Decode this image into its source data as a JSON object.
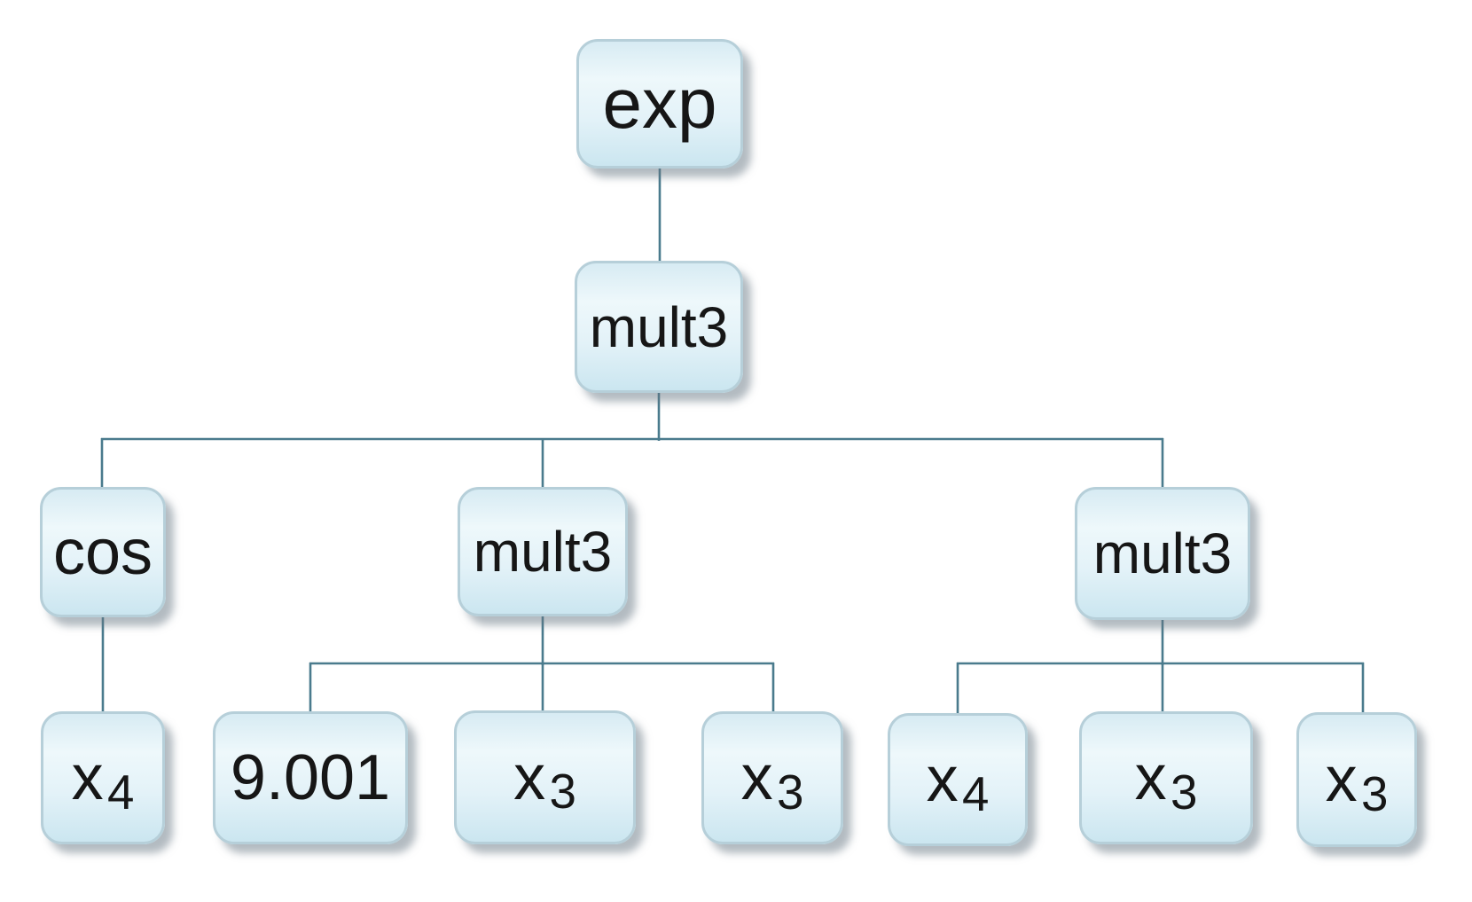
{
  "diagram": {
    "type": "expression-tree",
    "nodes": [
      {
        "id": "n0",
        "label": "exp",
        "sub": "",
        "children": [
          1
        ]
      },
      {
        "id": "n1",
        "label": "mult3",
        "sub": "",
        "children": [
          2,
          3,
          4
        ]
      },
      {
        "id": "n2",
        "label": "cos",
        "sub": "",
        "children": [
          5
        ]
      },
      {
        "id": "n3",
        "label": "mult3",
        "sub": "",
        "children": [
          6,
          7,
          8
        ]
      },
      {
        "id": "n4",
        "label": "mult3",
        "sub": "",
        "children": [
          9,
          10,
          11
        ]
      },
      {
        "id": "n5",
        "label": "x",
        "sub": "4",
        "children": []
      },
      {
        "id": "n6",
        "label": "9.001",
        "sub": "",
        "children": []
      },
      {
        "id": "n7",
        "label": "x",
        "sub": "3",
        "children": []
      },
      {
        "id": "n8",
        "label": "x",
        "sub": "3",
        "children": []
      },
      {
        "id": "n9",
        "label": "x",
        "sub": "4",
        "children": []
      },
      {
        "id": "n10",
        "label": "x",
        "sub": "3",
        "children": []
      },
      {
        "id": "n11",
        "label": "x",
        "sub": "3",
        "children": []
      }
    ]
  },
  "theme": {
    "canvas_bg": "#ffffff",
    "node_fill_top": "#d7ebf3",
    "node_fill_light": "#eef8fb",
    "node_fill_bottom": "#cbe6f0",
    "node_border": "#b6cfd9",
    "node_text": "#161616",
    "connector": "#4a7b8d"
  }
}
